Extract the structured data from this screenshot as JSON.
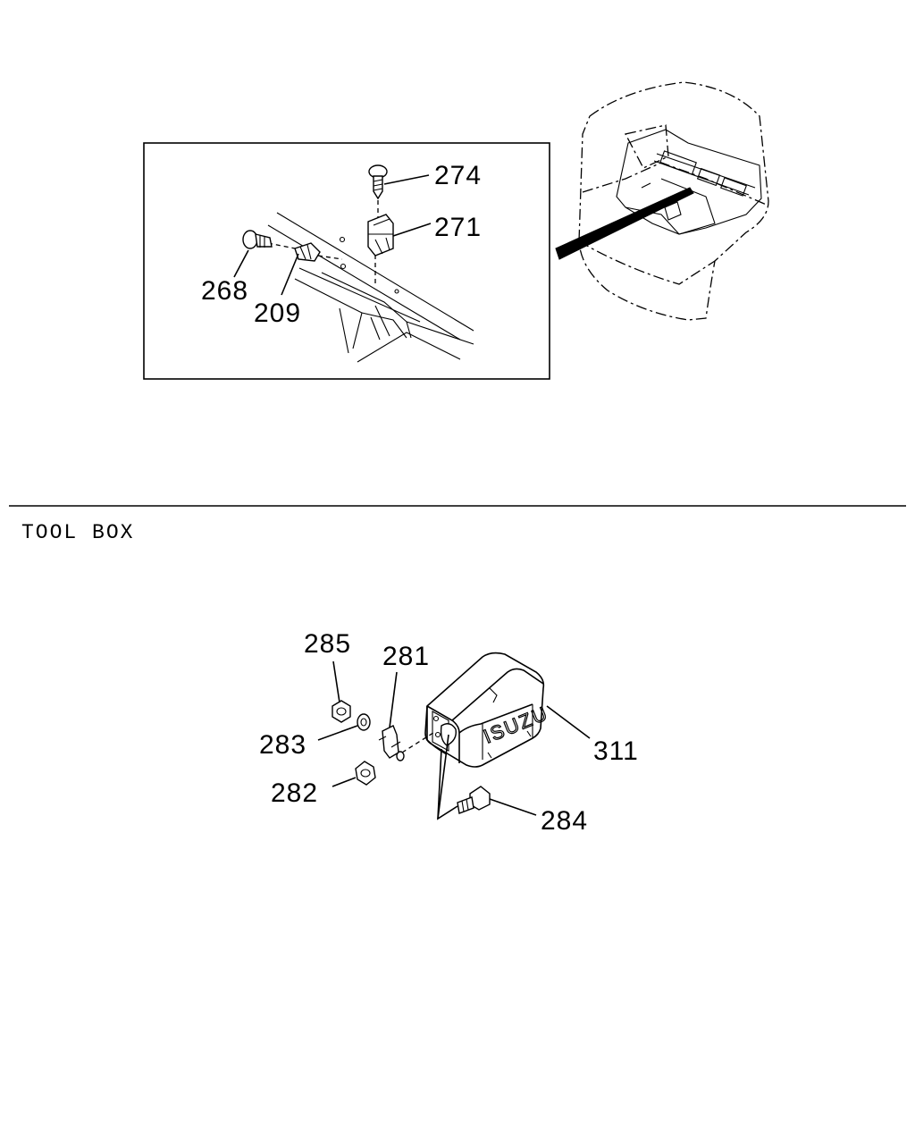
{
  "section_heading": "TOOL BOX",
  "brand_mark": "ISUZU",
  "detail_callouts": [
    {
      "id": "274",
      "label": "274"
    },
    {
      "id": "271",
      "label": "271"
    },
    {
      "id": "268",
      "label": "268"
    },
    {
      "id": "209",
      "label": "209"
    }
  ],
  "toolbox_callouts": [
    {
      "id": "285",
      "label": "285"
    },
    {
      "id": "281",
      "label": "281"
    },
    {
      "id": "283",
      "label": "283"
    },
    {
      "id": "311",
      "label": "311"
    },
    {
      "id": "282",
      "label": "282"
    },
    {
      "id": "284",
      "label": "284"
    }
  ]
}
